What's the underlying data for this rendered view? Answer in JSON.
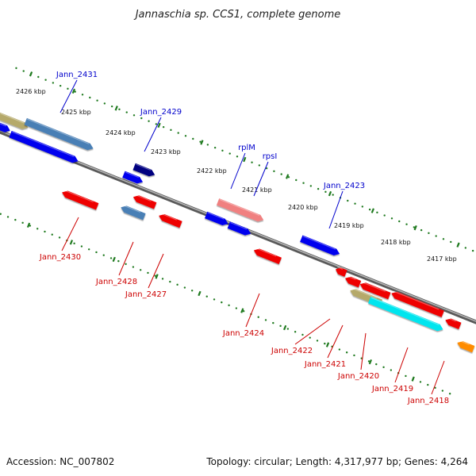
{
  "title": "Jannaschia sp. CCS1, complete genome",
  "footer": {
    "accession": "Accession: NC_007802",
    "summary": "Topology: circular; Length: 4,317,977 bp; Genes: 4,264"
  },
  "colors": {
    "backbone": "#7a7a7a",
    "tick": "#1f7a1f",
    "forward_label": "#0000cc",
    "reverse_label": "#cc0000"
  },
  "ticks": [
    {
      "label": "2426 kbp"
    },
    {
      "label": "2425 kbp"
    },
    {
      "label": "2424 kbp"
    },
    {
      "label": "2423 kbp"
    },
    {
      "label": "2422 kbp"
    },
    {
      "label": "2421 kbp"
    },
    {
      "label": "2420 kbp"
    },
    {
      "label": "2419 kbp"
    },
    {
      "label": "2418 kbp"
    },
    {
      "label": "2417 kbp"
    }
  ],
  "forward_features": [
    {
      "color": "#b5a96a"
    },
    {
      "color": "#4a7fb5"
    },
    {
      "color": "#0000ee"
    },
    {
      "color": "#0000ee"
    },
    {
      "color": "#000080"
    },
    {
      "color": "#0000ee"
    },
    {
      "color": "#f08080"
    },
    {
      "color": "#0000ee"
    },
    {
      "color": "#0000ee"
    },
    {
      "color": "#0000ee"
    }
  ],
  "reverse_features": [
    {
      "color": "#ee0000"
    },
    {
      "color": "#ee0000"
    },
    {
      "color": "#4a7fb5"
    },
    {
      "color": "#ee0000"
    },
    {
      "color": "#ee0000"
    },
    {
      "color": "#ee0000"
    },
    {
      "color": "#ee0000"
    },
    {
      "color": "#b5a96a"
    },
    {
      "color": "#ee0000"
    },
    {
      "color": "#00e5ee"
    },
    {
      "color": "#ee0000"
    },
    {
      "color": "#ee0000"
    },
    {
      "color": "#ff8c00"
    }
  ],
  "forward_labels": [
    {
      "text": "Jann_2431"
    },
    {
      "text": "Jann_2429"
    },
    {
      "text": "rplM"
    },
    {
      "text": "rpsI"
    },
    {
      "text": "Jann_2423"
    }
  ],
  "reverse_labels": [
    {
      "text": "Jann_2430"
    },
    {
      "text": "Jann_2428"
    },
    {
      "text": "Jann_2427"
    },
    {
      "text": "Jann_2424"
    },
    {
      "text": "Jann_2422"
    },
    {
      "text": "Jann_2421"
    },
    {
      "text": "Jann_2420"
    },
    {
      "text": "Jann_2419"
    },
    {
      "text": "Jann_2418"
    }
  ]
}
